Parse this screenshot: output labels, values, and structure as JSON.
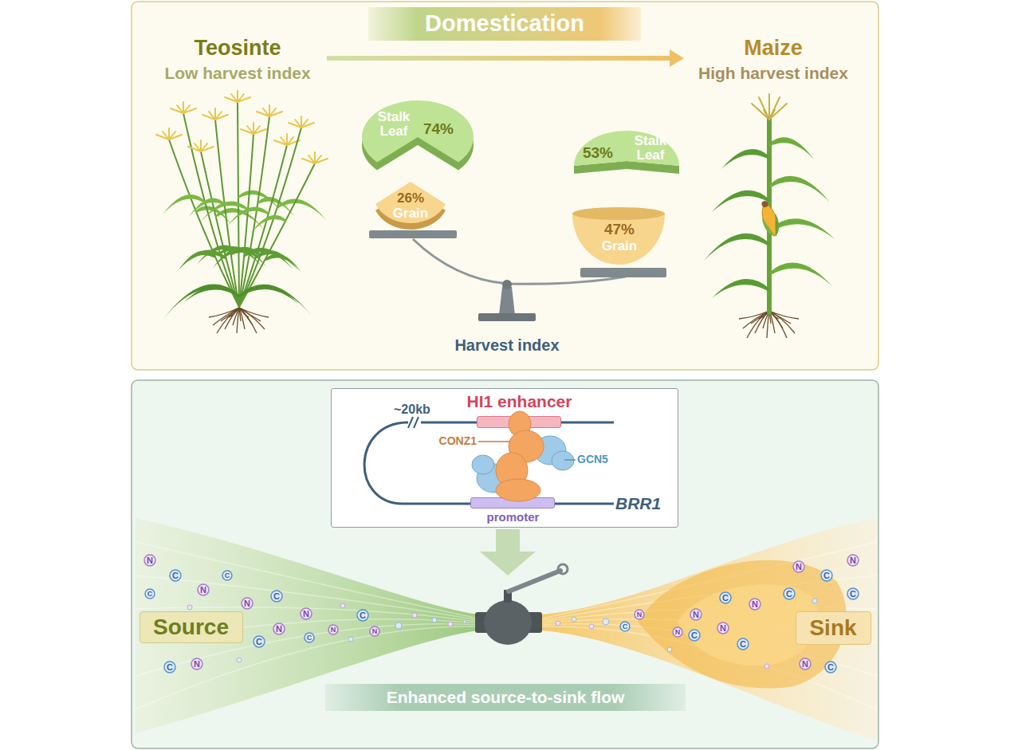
{
  "diagram": {
    "nodes": [
      {
        "text": [
          "Domestication"
        ]
      },
      {
        "text": [
          "Stalk Leaf",
          "74%"
        ]
      },
      {
        "text": [
          "26%",
          "Grain"
        ]
      },
      {
        "text": [
          "53%",
          "Stalk Leaf"
        ]
      },
      {
        "text": [
          "47%",
          "Grain"
        ]
      },
      {
        "text": [
          "~20kb",
          "BRR1"
        ]
      },
      {
        "text": [
          "HI1 enhancer"
        ],
        "in": 5
      },
      {
        "text": [
          "promoter"
        ],
        "in": 5
      },
      {
        "text": [
          "Source"
        ]
      },
      {
        "text": [
          "Sink"
        ]
      },
      {
        "text": [
          "Enhanced source-to-sink flow"
        ]
      },
      {
        "text": [
          "N"
        ]
      },
      {
        "text": [
          "C"
        ]
      },
      {
        "text": [
          "N"
        ]
      },
      {
        "text": [
          "C"
        ]
      },
      {
        "text": [
          "C"
        ]
      },
      {
        "text": [
          "N"
        ]
      },
      {
        "text": [
          "C"
        ]
      },
      {
        "text": [
          "N"
        ]
      },
      {
        "text": [
          "N"
        ]
      },
      {
        "text": [
          "C"
        ]
      },
      {
        "text": [
          "C"
        ]
      },
      {
        "text": [
          "N"
        ]
      },
      {
        "text": [
          "C"
        ]
      },
      {
        "text": [
          "C"
        ]
      },
      {
        "text": [
          "N"
        ]
      },
      {
        "text": [
          "N"
        ]
      },
      {
        "text": [
          "N"
        ]
      },
      {
        "text": [
          "C"
        ]
      },
      {
        "text": [
          "N"
        ]
      },
      {
        "text": [
          "C"
        ]
      },
      {
        "text": [
          "C"
        ]
      },
      {
        "text": [
          "N"
        ]
      },
      {
        "text": [
          "C"
        ]
      },
      {
        "text": [
          "N"
        ]
      },
      {
        "text": [
          "C"
        ]
      },
      {
        "text": [
          "N"
        ]
      },
      {
        "text": [
          "C"
        ]
      },
      {
        "text": [
          "N"
        ]
      },
      {
        "text": [
          "C"
        ]
      },
      {
        "text": [
          "N"
        ]
      },
      {
        "text": [
          "C"
        ]
      },
      {
        "text": [
          "N"
        ]
      }
    ],
    "labels": [
      "Teosinte",
      "Low harvest index",
      "Maize",
      "High harvest index",
      "Harvest index",
      "CONZ1",
      "GCN5"
    ]
  }
}
